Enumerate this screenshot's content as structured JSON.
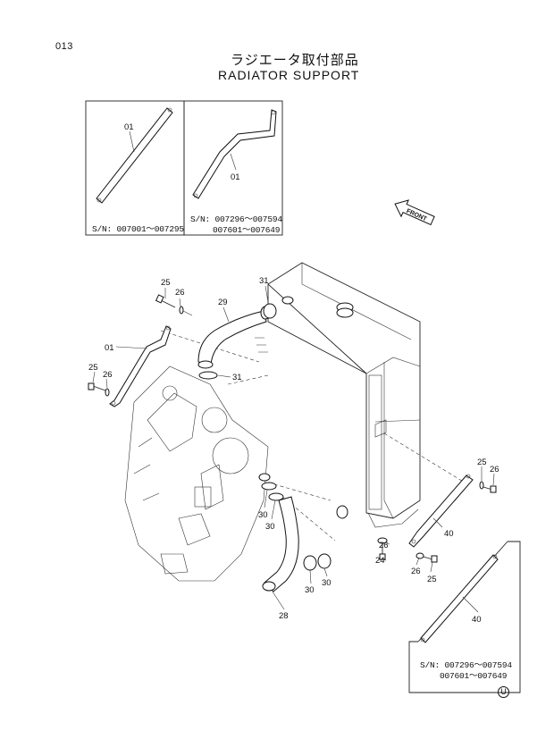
{
  "header": {
    "page_number": "013",
    "title_jp": "ラジエータ取付部品",
    "title_en": "RADIATOR SUPPORT"
  },
  "inset_boxes": [
    {
      "serial": "S/N: 007001～007295",
      "part_label": "01"
    },
    {
      "serial_line1": "S/N: 007296～007594",
      "serial_line2": "007601～007649",
      "part_label": "01"
    },
    {
      "serial_line1": "S/N: 007296～007594",
      "serial_line2": "007601～007649",
      "part_label": "40"
    }
  ],
  "direction_marker": "FRONT",
  "callouts": {
    "c25a": "25",
    "c26a": "26",
    "c29": "29",
    "c31a": "31",
    "c01": "01",
    "c25b": "25",
    "c26b": "26",
    "c31b": "31",
    "c25c": "25",
    "c26c": "26",
    "c30a": "30",
    "c30b": "30",
    "c40": "40",
    "c26d": "26",
    "c24": "24",
    "c26e": "26",
    "c25d": "25",
    "c28": "28",
    "c30c": "30",
    "c30d": "30"
  },
  "footer_mark": "U"
}
